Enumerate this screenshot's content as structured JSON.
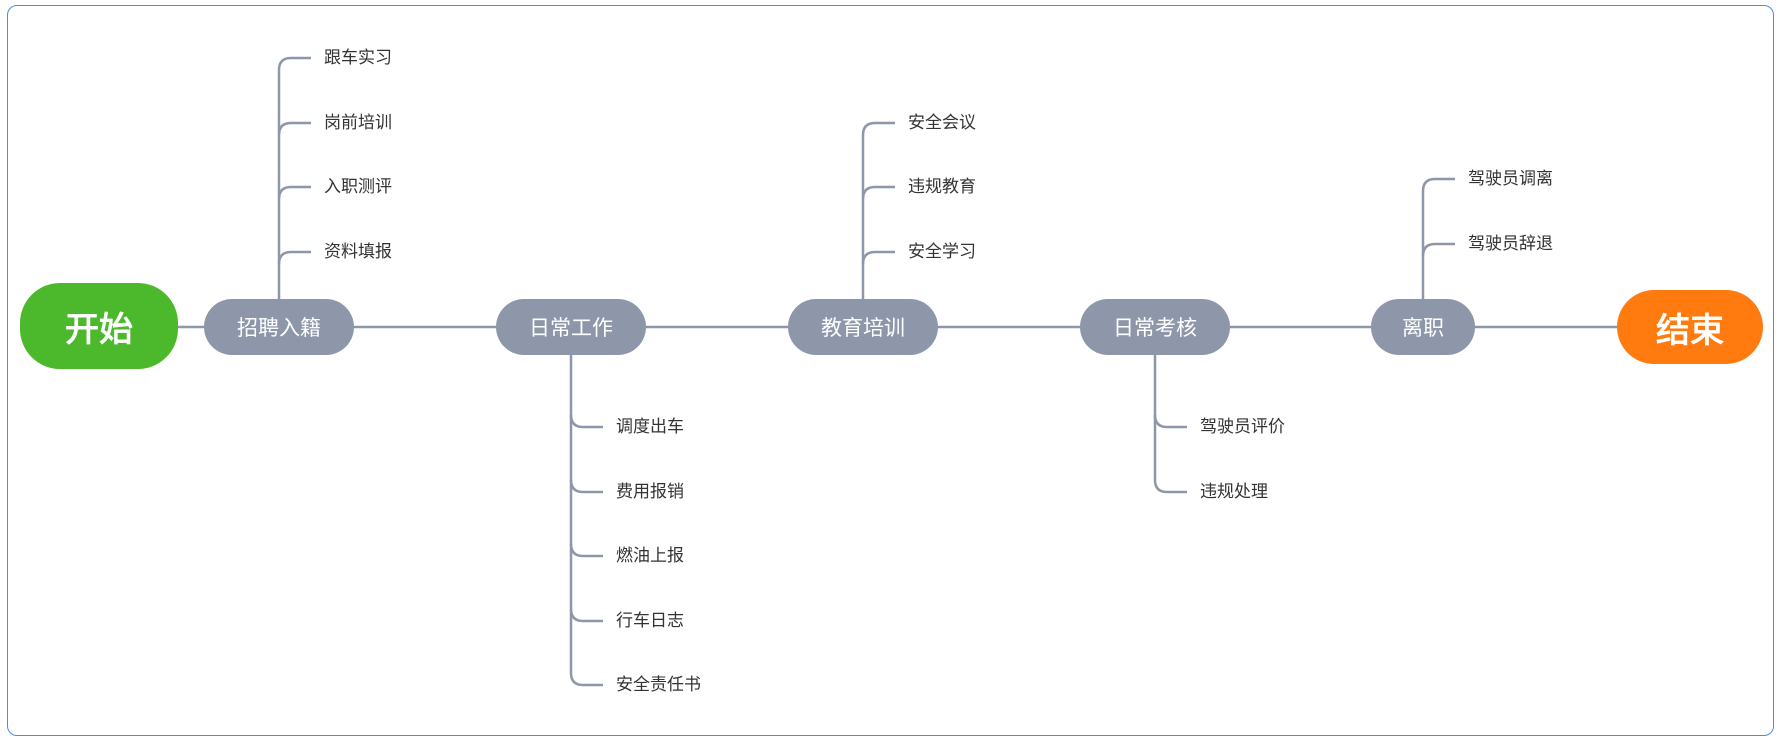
{
  "start": {
    "label": "开始",
    "color": "#4cb82b"
  },
  "end": {
    "label": "结束",
    "color": "#ff7a0f"
  },
  "main_nodes": [
    {
      "label": "招聘入籍",
      "children": [
        "跟车实习",
        "岗前培训",
        "入职测评",
        "资料填报"
      ],
      "direction": "up"
    },
    {
      "label": "日常工作",
      "children": [
        "调度出车",
        "费用报销",
        "燃油上报",
        "行车日志",
        "安全责任书"
      ],
      "direction": "down"
    },
    {
      "label": "教育培训",
      "children": [
        "安全会议",
        "违规教育",
        "安全学习"
      ],
      "direction": "up"
    },
    {
      "label": "日常考核",
      "children": [
        "驾驶员评价",
        "违规处理"
      ],
      "direction": "down"
    },
    {
      "label": "离职",
      "children": [
        "驾驶员调离",
        "驾驶员辞退"
      ],
      "direction": "up"
    }
  ],
  "colors": {
    "node": "#8e97a9",
    "line": "#8e97a9",
    "frame": "#4a90d9",
    "leaf_text": "#333333"
  }
}
